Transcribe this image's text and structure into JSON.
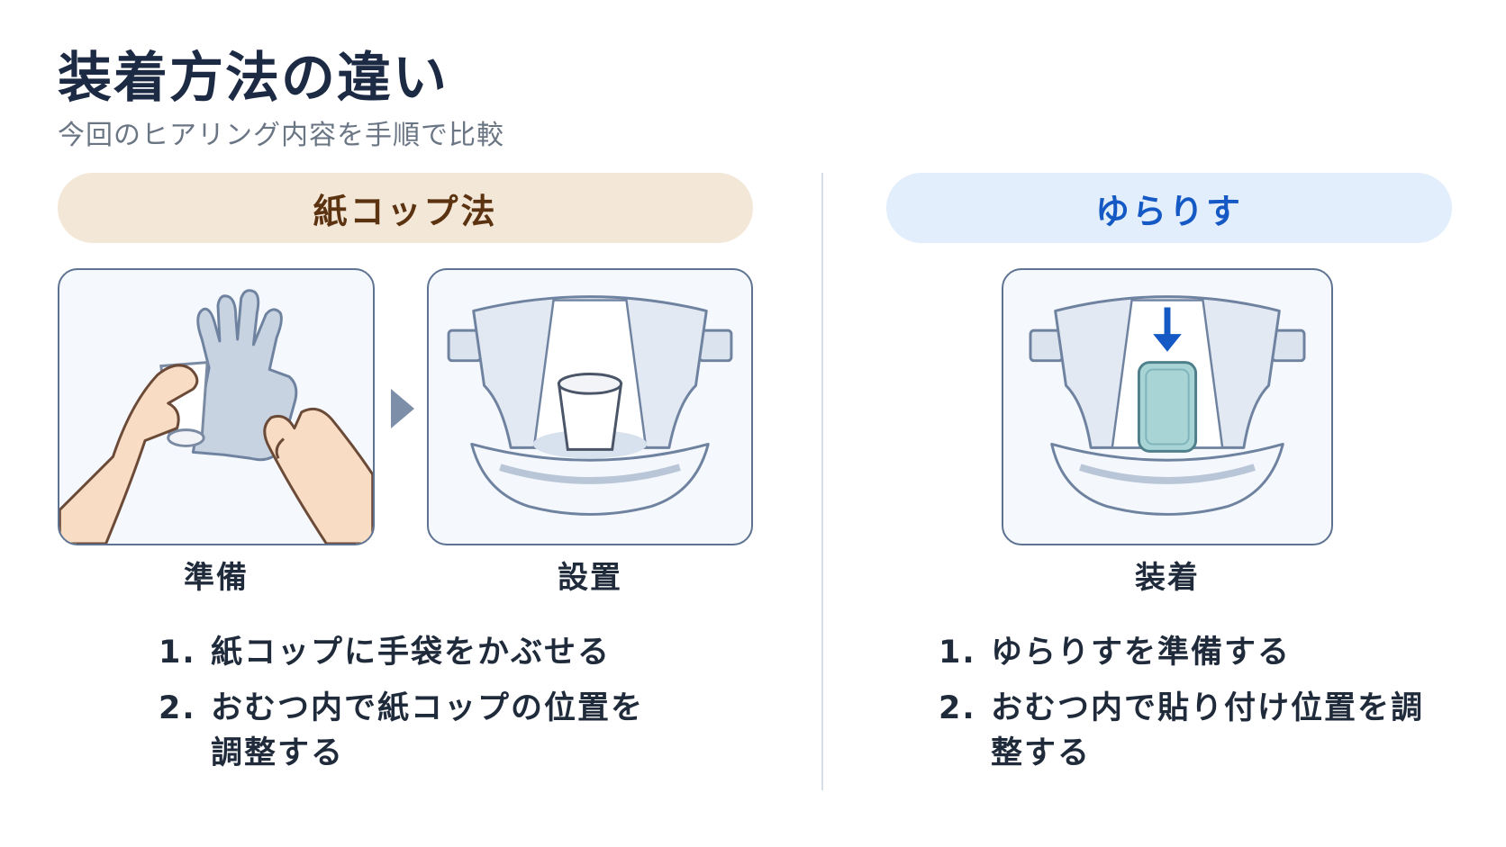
{
  "header": {
    "title": "装着方法の違い",
    "subtitle": "今回のヒアリング内容を手順で比較"
  },
  "left": {
    "heading": "紙コップ法",
    "captions": [
      "準備",
      "設置"
    ],
    "steps": [
      {
        "num": "1.",
        "text": "紙コップに手袋をかぶせる"
      },
      {
        "num": "2.",
        "text": "おむつ内で紙コップの位置を調整する"
      }
    ]
  },
  "right": {
    "heading": "ゆらりす",
    "captions": [
      "装着"
    ],
    "steps": [
      {
        "num": "1.",
        "text": "ゆらりすを準備する"
      },
      {
        "num": "2.",
        "text": "おむつ内で貼り付け位置を調整する"
      }
    ]
  },
  "colors": {
    "left_accent": "#f3e7d8",
    "left_text": "#5b3310",
    "right_accent": "#e2eefb",
    "right_text": "#1559c4",
    "panel_border": "#5e7391"
  },
  "icons": [
    "glove-cup-illustration",
    "diaper-cup-illustration",
    "diaper-pad-illustration",
    "arrow-right-icon",
    "arrow-down-icon"
  ]
}
